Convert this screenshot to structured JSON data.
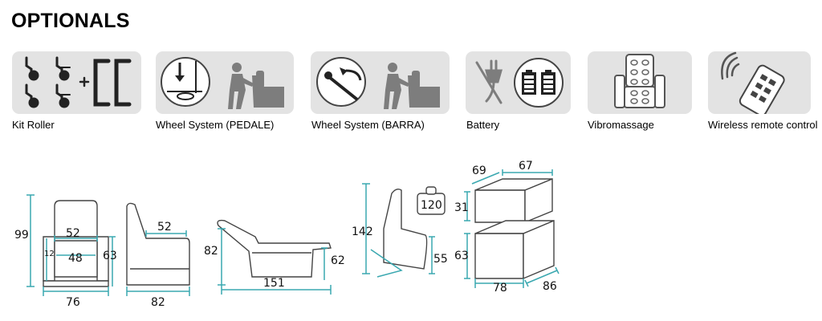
{
  "title": "OPTIONALS",
  "options": [
    {
      "label": "Kit Roller",
      "icon": "caster-wheels-icon"
    },
    {
      "label": "Wheel System (PEDALE)",
      "icon": "pedal-wheel-system-icon"
    },
    {
      "label": "Wheel System (BARRA)",
      "icon": "bar-wheel-system-icon"
    },
    {
      "label": "Battery",
      "icon": "battery-icon"
    },
    {
      "label": "Vibromassage",
      "icon": "massage-chair-icon"
    },
    {
      "label": "Wireless remote control",
      "icon": "remote-control-icon"
    }
  ],
  "dimensions": {
    "front_view": {
      "height": "99",
      "seat_width": "52",
      "inner": "48",
      "armrest": "12",
      "seat_height": "63",
      "width": "76"
    },
    "side_view": {
      "seat_depth": "52",
      "depth": "82"
    },
    "reclined_view": {
      "back_height": "82",
      "footrest_height": "62",
      "length": "151"
    },
    "lift_view": {
      "height": "142",
      "weight_capacity": "120",
      "seat_height": "55"
    },
    "packaging": {
      "top_depth": "69",
      "top_width": "67",
      "top_height": "31",
      "bottom_height": "63",
      "bottom_width": "78",
      "bottom_depth": "86"
    }
  },
  "colors": {
    "accent": "#3aa8b0",
    "icon_box": "#e3e3e3",
    "icon_gray": "#7d7d7d"
  }
}
